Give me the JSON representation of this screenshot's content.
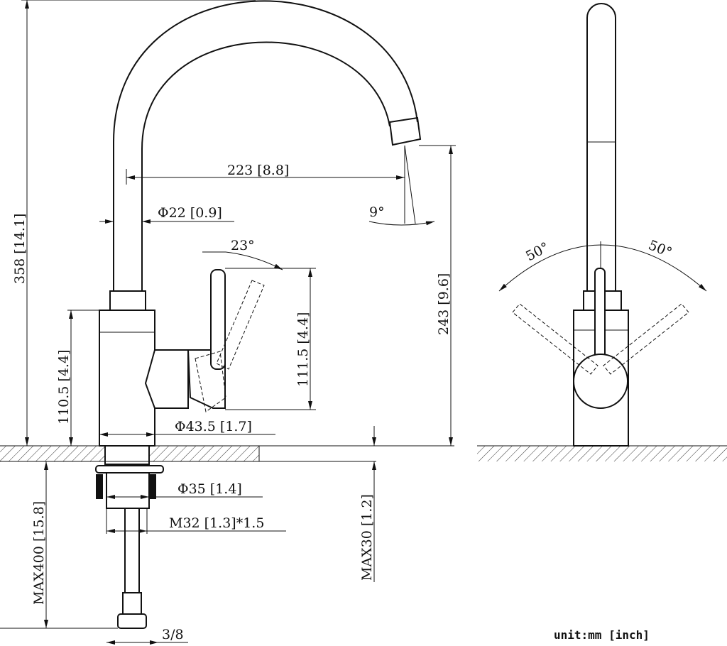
{
  "dimensions": {
    "total_height": "358 [14.1]",
    "spout_reach": "223 [8.8]",
    "spout_diameter": "Φ22 [0.9]",
    "spout_angle": "9°",
    "handle_angle": "23°",
    "handle_height": "111.5 [4.4]",
    "spout_height": "243 [9.6]",
    "body_height": "110.5 [4.4]",
    "body_diameter": "Φ43.5 [1.7]",
    "shank_diameter": "Φ35 [1.4]",
    "thread": "M32 [1.3]*1.5",
    "max_counter_thickness": "MAX30 [1.2]",
    "max_hose_length": "MAX400 [15.8]",
    "hose_connector": "3/8",
    "rotation_left": "50°",
    "rotation_right": "50°"
  },
  "unit_note": "unit:mm [inch]"
}
